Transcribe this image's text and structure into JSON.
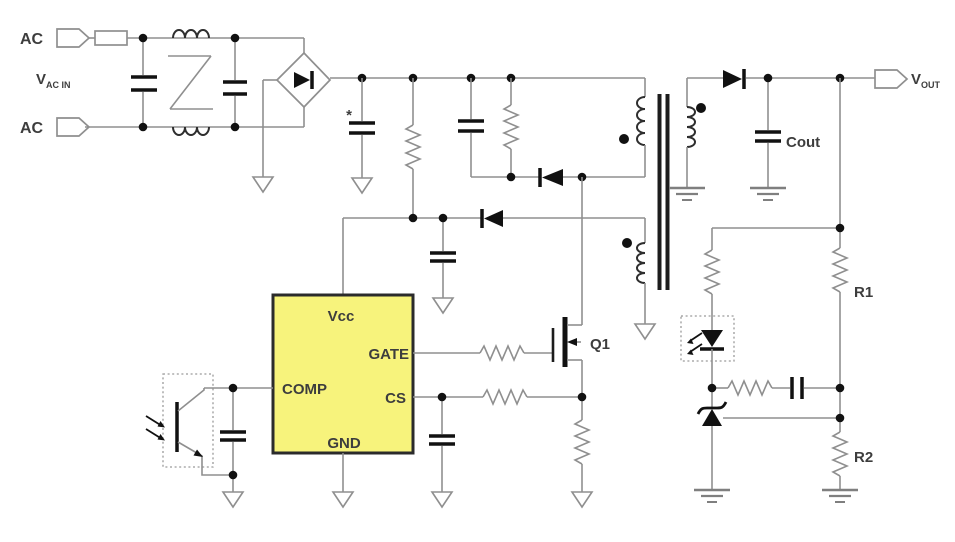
{
  "diagram": {
    "kind": "schematic",
    "description": "Offline flyback AC-DC converter with PWM controller IC, optocoupler feedback and shunt-regulator reference"
  },
  "colors": {
    "background": "#ffffff",
    "wire": "#8f8f8f",
    "symbol": "#1c1c1c",
    "text": "#3d3d3d",
    "ic_fill": "#f7f37c",
    "ic_border": "#2b2b2b"
  },
  "labels": {
    "ac_top": "AC",
    "ac_bottom": "AC",
    "vac_main": "V",
    "vac_sub": "AC IN",
    "vout_main": "V",
    "vout_sub": "OUT",
    "cout": "Cout",
    "q1": "Q1",
    "r1": "R1",
    "r2": "R2",
    "polarity_mark": "*"
  },
  "ic": {
    "pins": {
      "vcc": "Vcc",
      "gate": "GATE",
      "comp": "COMP",
      "cs": "CS",
      "gnd": "GND"
    }
  }
}
